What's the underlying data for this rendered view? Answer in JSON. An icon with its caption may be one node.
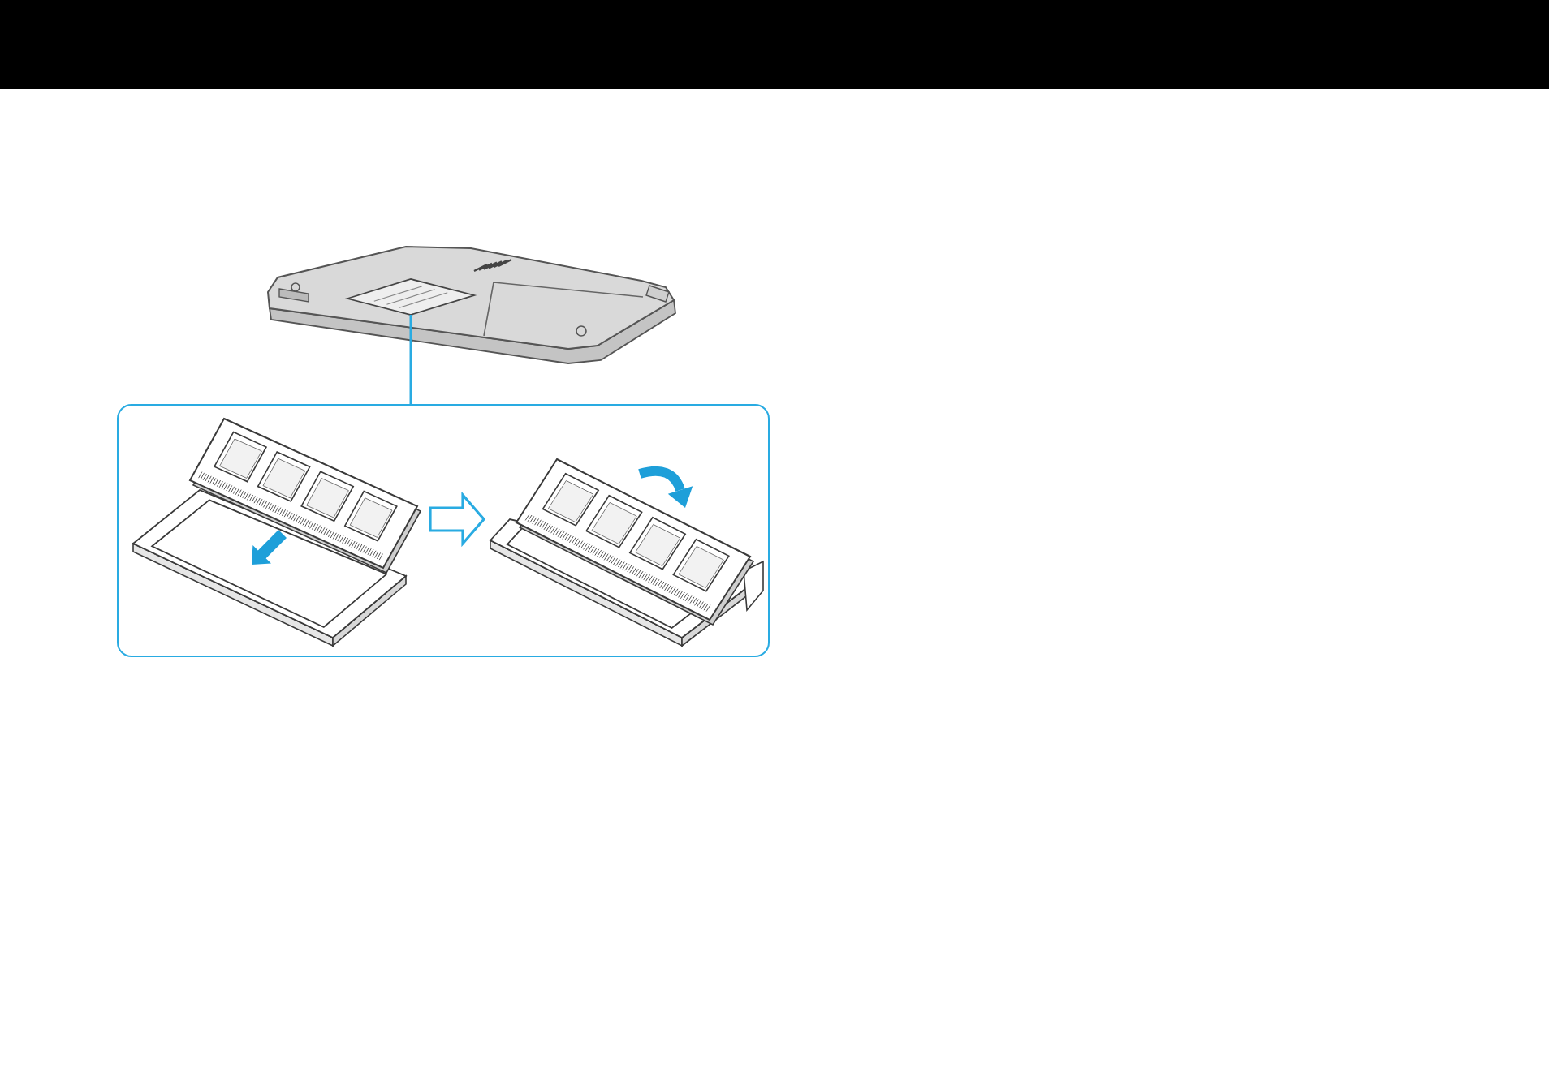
{
  "diagram": {
    "nodes": [
      {
        "text": [],
        "shape": "picture"
      },
      {
        "text": [],
        "shape": "picture",
        "in": 0
      },
      {
        "text": [],
        "shape": "box"
      },
      {
        "text": [],
        "shape": "picture",
        "in": 2
      },
      {
        "text": [],
        "shape": "picture",
        "in": 2
      }
    ],
    "edges": [
      {
        "from": 2,
        "to": 1,
        "arrow": "none"
      },
      {
        "from": 3,
        "to": 4,
        "arrow": "to",
        "style": "thick"
      }
    ]
  }
}
